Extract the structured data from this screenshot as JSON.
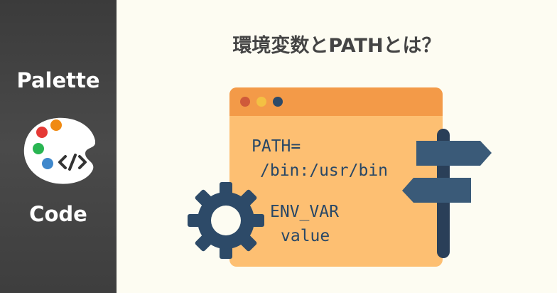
{
  "brand": {
    "top": "Palette",
    "bottom": "Code"
  },
  "title": "環境変数とPATHとは？",
  "window": {
    "line1": "PATH=",
    "line2": "/bin:/usr/bin",
    "line3": "ENV_VAR",
    "line4": "value"
  },
  "colors": {
    "sidebar": "#444444",
    "background": "#fdfcf2",
    "window_body": "#fdbf72",
    "window_bar": "#f39a48",
    "navy": "#2d4a68"
  }
}
